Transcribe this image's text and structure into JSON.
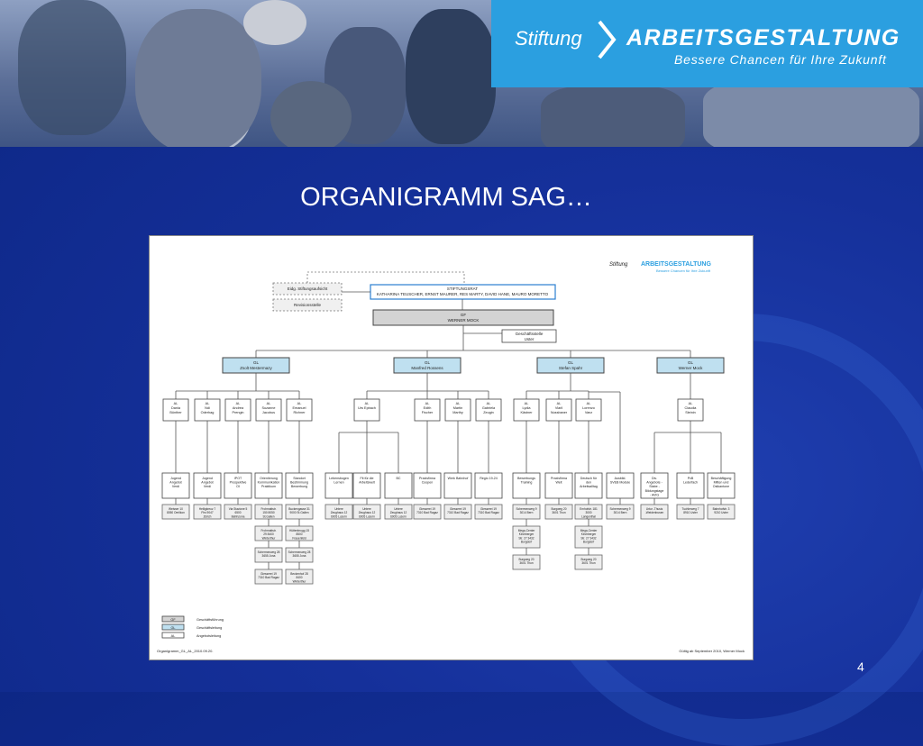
{
  "header": {
    "logo_stiftung": "Stiftung",
    "logo_name": "ARBEITSGESTALTUNG",
    "logo_tagline": "Bessere Chancen für Ihre Zukunft"
  },
  "slide": {
    "title": "ORGANIGRAMM SAG…",
    "page_number": "4"
  },
  "org": {
    "logo_small_a": "Stiftung",
    "logo_small_b": "ARBEITSGESTALTUNG",
    "logo_small_tag": "Bessere Chancen für Ihre Zukunft",
    "eidg": "Eidg. Stiftungsaufsicht",
    "revision": "Revisionsstelle",
    "stiftungsrat_title": "STIFTUNGSRAT",
    "stiftungsrat_members": "KATHARINA TEUSCHER, ERNST MAURER, RES MARTY, DAVID HANE, MAURO MORETTO",
    "gf_abbr": "GF",
    "gf_name": "WERNER MOCK",
    "gs_line1": "Geschäftsstelle",
    "gs_line2": "Uster",
    "gl": [
      {
        "abbr": "GL",
        "name": "Zsolt Mestermazy"
      },
      {
        "abbr": "GL",
        "name": "Manfred Rossens"
      },
      {
        "abbr": "GL",
        "name": "Stefan Spahr"
      },
      {
        "abbr": "GL",
        "name": "Werner Mock"
      }
    ],
    "al": [
      {
        "abbr": "AL",
        "name": "Dania Bünther"
      },
      {
        "abbr": "AL",
        "name": "Ndi Oderhag"
      },
      {
        "abbr": "AL",
        "name": "Andrea Prengin"
      },
      {
        "abbr": "AL",
        "name": "Suzanne Jacobus"
      },
      {
        "abbr": "AL",
        "name": "Emanuel Richner"
      },
      {
        "abbr": "AL",
        "name": "Urs Epbach"
      },
      {
        "abbr": "AL",
        "name": "Edith Fischer"
      },
      {
        "abbr": "AL",
        "name": "Martin Marthy"
      },
      {
        "abbr": "AL",
        "name": "Gabriela Zeugin"
      },
      {
        "abbr": "AL",
        "name": "Lydia Kästner"
      },
      {
        "abbr": "AL",
        "name": "Viaril Nussbaner"
      },
      {
        "abbr": "AL",
        "name": "Lorenzo Vanz"
      },
      {
        "abbr": "AL",
        "name": "Claudia Steinin"
      }
    ],
    "units": [
      "Jugend Angebot Verdi",
      "Jugend Angebot Verdi",
      "IPOT Prospektive OI",
      "Orientierung Kommunikation Praktikum",
      "Standort Bestimmung Bewerbung",
      "Lebensbogen Lernen",
      "Fit für die Arbeitswelt",
      "BC",
      "Praxisfirma Coopen",
      "Werk Bahnhof",
      "Regio 19-24",
      "Bewerbungs Training",
      "Praxisfirma Weit",
      "Deutsch für den Arbeitsalltag",
      "Ausbild. SVEB Module",
      "Div. Angebote - Stabe - Bildungstage - AVIG",
      "PvB Lederfach",
      "Beschäftigung Mitten und Ostkantone"
    ],
    "locations": [
      "Weisser 10 8050 Oerlikon",
      "Heiligkreuz 7 Fhs 9047 Zürich",
      "Via Stazione 5 6500 Bellinzona",
      "Frohmattstr. 150 8050 St.Gallen",
      "Buckengasse 31 9000 St.Gallen",
      "Untere Zeughaus 12 6005 Luzern",
      "Untere Zeughaus 12 6005 Luzern",
      "Untere Zeughaus 12 6005 Luzern",
      "Giesserei 19 7310 Bad Ragaz",
      "Giesserei 19 7310 Bad Ragaz",
      "Giesserei 19 7310 Bad Ragaz",
      "Schermenweg 9 3014 Bern",
      "Burgweg 20 3601 Thun",
      "Emhofstr. 181 3000 Langenthal",
      "Schermenweg 9 3014 Bern",
      "Urtur -Thusis -Weidenbusen",
      "Tuchlerweg 7 8910 Uster",
      "Bahnhofstr. 3 9210 Uster"
    ],
    "extra_locations": [
      [
        "Frohmattstr. 29 8400 Winterthur",
        "Schermenweg 28 3655 Jona",
        "Giesserei 19 7310 Bad Ragaz"
      ],
      [
        "Hüttenbrugg 15 8500 Frauenfeld",
        "Schermenweg 28 3655 Jona",
        "Beckenhof 28 8400 Winterthur"
      ],
      [
        "Mega-Center Kirchberger Str. 27 3432 Burgdorf",
        "Burgweg 20 3601 Thun"
      ],
      [
        "Mega-Center Kirchberger Str. 27 3432 Burgdorf",
        "Burgweg 20 3601 Thun"
      ]
    ],
    "legend": [
      {
        "abbr": "GF",
        "label": "Geschäftsführung"
      },
      {
        "abbr": "GL",
        "label": "Geschäftsleitung"
      },
      {
        "abbr": "AL",
        "label": "Angebotsleitung"
      }
    ],
    "footer_left": "Organigramm_GL_AL_2010.09.20.",
    "footer_right": "Gültig ab September 2010, Werner Mock"
  }
}
